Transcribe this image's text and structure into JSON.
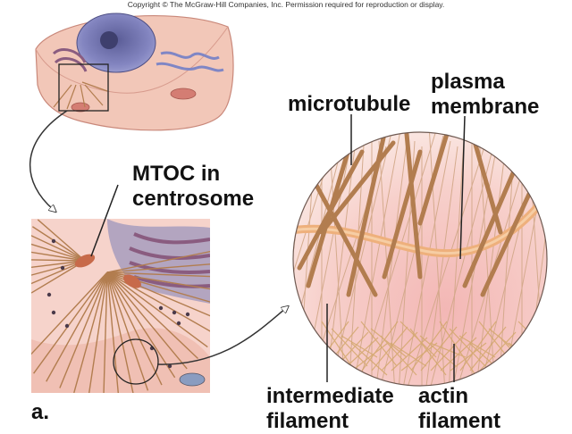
{
  "copyright": "Copyright © The McGraw-Hill Companies, Inc. Permission required for reproduction or display.",
  "labels": {
    "mtoc": [
      "MTOC in",
      "centrosome"
    ],
    "microtubule": "microtubule",
    "plasma_membrane": [
      "plasma",
      "membrane"
    ],
    "intermediate_filament": [
      "intermediate",
      "filament"
    ],
    "actin_filament": [
      "actin",
      "filament"
    ],
    "panel": "a."
  },
  "colors": {
    "cytoplasm": "#f2c7b8",
    "microtubule": "#b27d4f",
    "membrane": "#eeb07c",
    "nucleus": "#7c7fb8",
    "golgi": "#8a5c80",
    "inset_bg": "#f6d3cb"
  }
}
